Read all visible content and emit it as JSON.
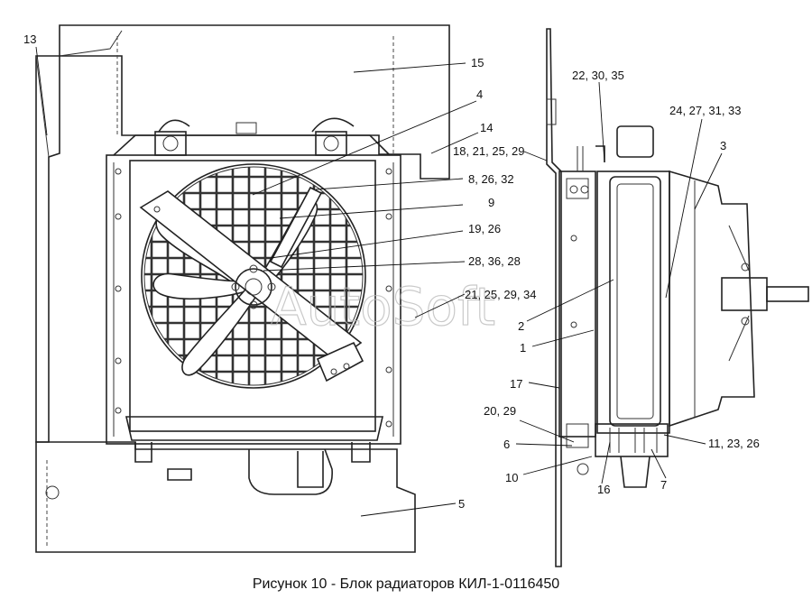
{
  "caption": "Рисунок 10 - Блок радиаторов КИЛ-1-0116450",
  "watermark": "AutoSoft",
  "callouts": {
    "c13": "13",
    "c15": "15",
    "c4": "4",
    "c14": "14",
    "c18": "18, 21, 25, 29",
    "c8": "8, 26, 32",
    "c9": "9",
    "c19": "19, 26",
    "c28": "28, 36, 28",
    "c21": "21, 25, 29, 34",
    "c5": "5",
    "c22": "22, 30, 35",
    "c24": "24, 27, 31, 33",
    "c3": "3",
    "c2": "2",
    "c1": "1",
    "c17": "17",
    "c20": "20, 29",
    "c6": "6",
    "c10": "10",
    "c16": "16",
    "c7": "7",
    "c11": "11, 23, 26"
  }
}
